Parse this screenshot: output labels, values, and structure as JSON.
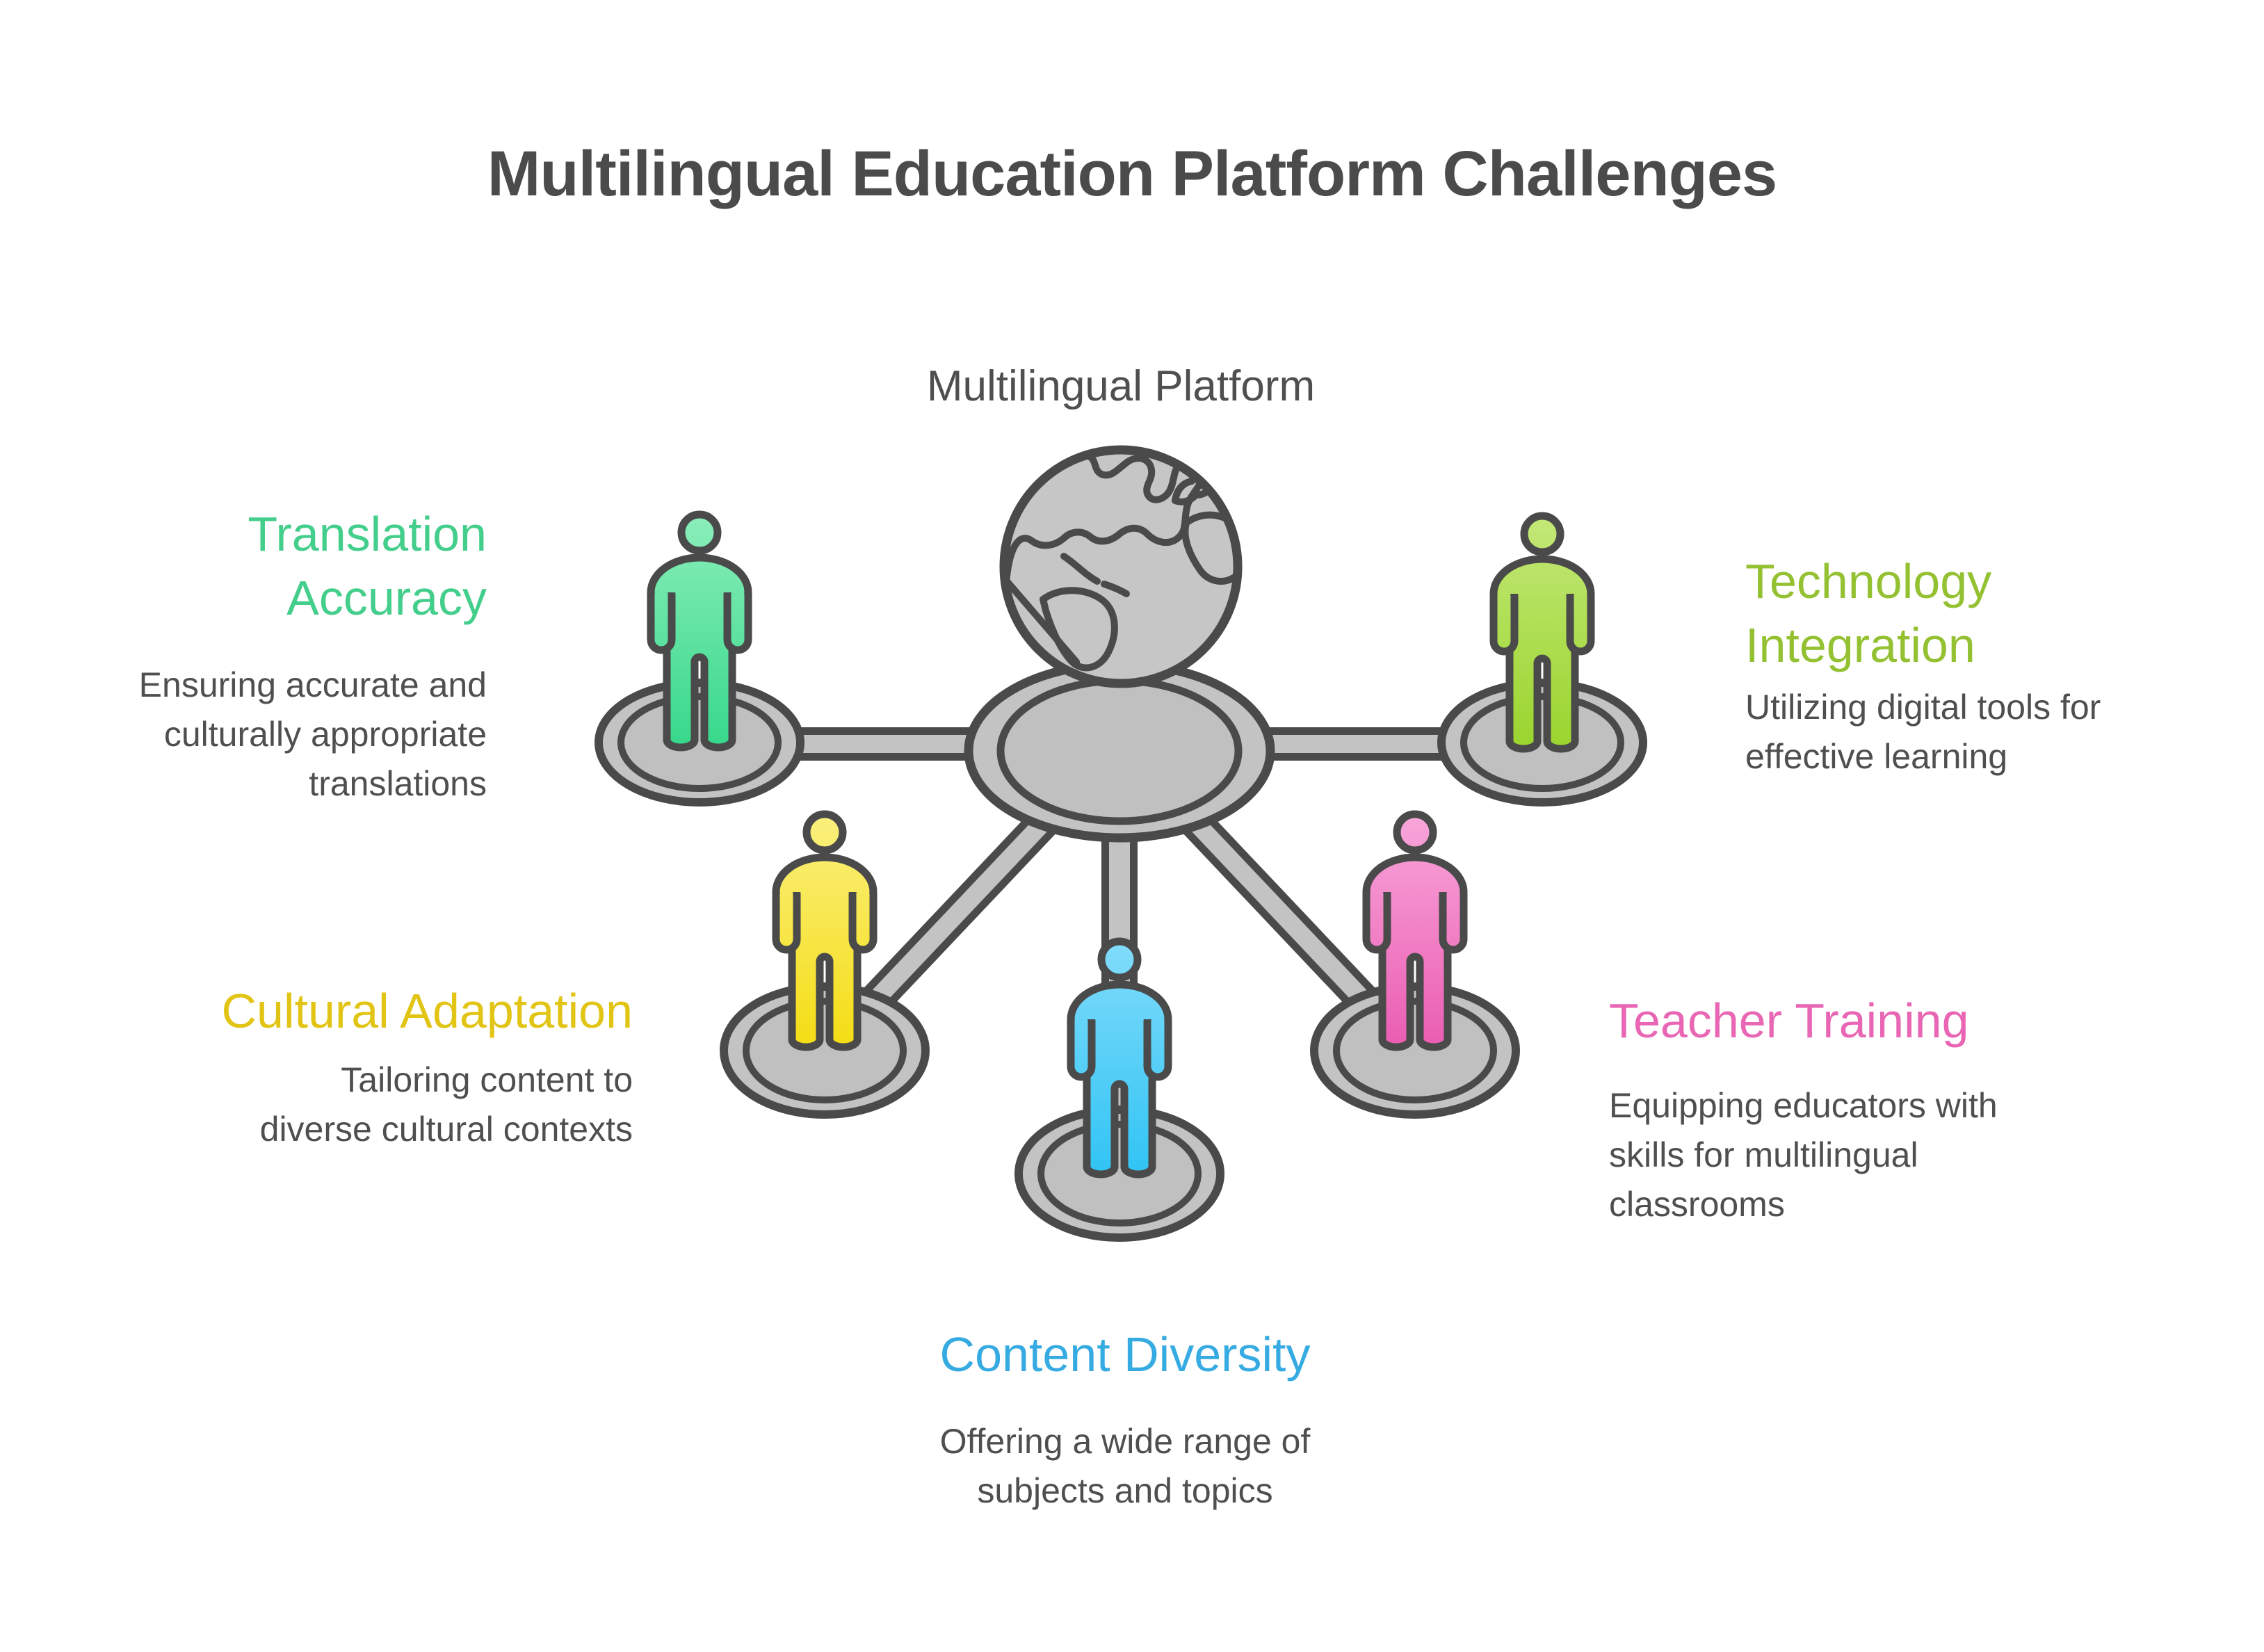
{
  "title": "Multilingual Education Platform Challenges",
  "hub": {
    "label": "Multilingual Platform",
    "icon": "globe-icon"
  },
  "colors": {
    "outline": "#4a4a4a",
    "platform_fill": "#c3c3c3",
    "title_text": "#4b4b4b",
    "body_text": "#4f4f4f",
    "green_light": "#8beeba",
    "green_dark": "#34d789",
    "lime_light": "#c3e878",
    "lime_dark": "#99d42b",
    "yellow_light": "#fbf07e",
    "yellow_dark": "#f4dc12",
    "blue_light": "#82dcfb",
    "blue_dark": "#2ec3f4",
    "pink_light": "#f8a6da",
    "pink_dark": "#ea5bb1"
  },
  "nodes": [
    {
      "id": "translation-accuracy",
      "label": "Translation\nAccuracy",
      "description": "Ensuring accurate and\nculturally appropriate\ntranslations",
      "accent": "#44ce8c",
      "icon": "person-icon"
    },
    {
      "id": "technology-integration",
      "label": "Technology\nIntegration",
      "description": "Utilizing digital tools for\neffective learning",
      "accent": "#94c132",
      "icon": "person-icon"
    },
    {
      "id": "cultural-adaptation",
      "label": "Cultural Adaptation",
      "description": "Tailoring content to\ndiverse cultural contexts",
      "accent": "#e2c414",
      "icon": "person-icon"
    },
    {
      "id": "teacher-training",
      "label": "Teacher Training",
      "description": "Equipping educators with\nskills for multilingual\nclassrooms",
      "accent": "#e866b4",
      "icon": "person-icon"
    },
    {
      "id": "content-diversity",
      "label": "Content Diversity",
      "description": "Offering a wide range of\nsubjects and topics",
      "accent": "#36abe2",
      "icon": "person-icon"
    }
  ]
}
